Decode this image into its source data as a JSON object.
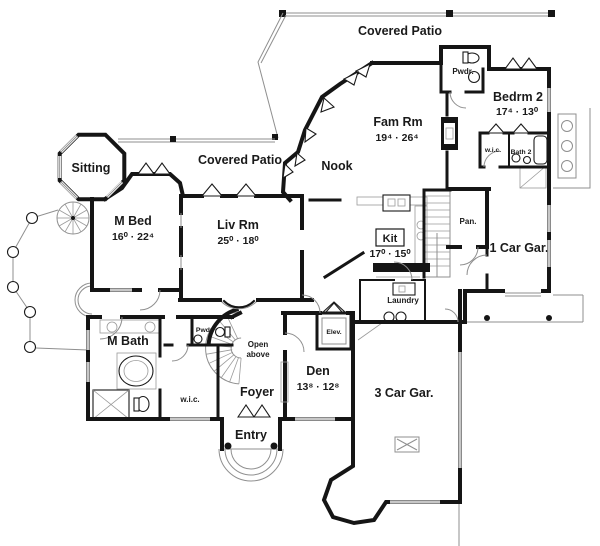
{
  "drawing": {
    "type": "residential-first-floor-plan",
    "colors": {
      "wall": "#151515",
      "thin_line": "#8f8f8f",
      "text": "#1a1a1a",
      "background": "#ffffff"
    }
  },
  "rooms": {
    "covered_patio_top": {
      "label": "Covered Patio"
    },
    "covered_patio_mid": {
      "label": "Covered Patio"
    },
    "sitting": {
      "label": "Sitting"
    },
    "m_bed": {
      "label": "M Bed",
      "dims": "16⁰ · 22⁴"
    },
    "liv_rm": {
      "label": "Liv Rm",
      "dims": "25⁰ · 18⁰"
    },
    "nook": {
      "label": "Nook"
    },
    "fam_rm": {
      "label": "Fam Rm",
      "dims": "19⁴ · 26⁴"
    },
    "pwdr_top": {
      "label": "Pwdr."
    },
    "bedrm2": {
      "label": "Bedrm 2",
      "dims": "17⁴ · 13⁰"
    },
    "wic_upper": {
      "label": "w.i.c."
    },
    "bath2": {
      "label": "Bath 2"
    },
    "pan": {
      "label": "Pan."
    },
    "kit": {
      "label": "Kit",
      "dims": "17⁰ · 15⁰"
    },
    "one_car_gar": {
      "label": "1 Car Gar."
    },
    "laundry": {
      "label": "Laundry"
    },
    "elev": {
      "label": "Elev."
    },
    "m_bath": {
      "label": "M Bath"
    },
    "pwdr_lower": {
      "label": "Pwdr."
    },
    "open_above": {
      "line1": "Open",
      "line2": "above"
    },
    "wic_lower": {
      "label": "w.i.c."
    },
    "foyer": {
      "label": "Foyer"
    },
    "den": {
      "label": "Den",
      "dims": "13⁸ · 12⁸"
    },
    "three_car_gar": {
      "label": "3 Car Gar."
    },
    "entry": {
      "label": "Entry"
    }
  }
}
